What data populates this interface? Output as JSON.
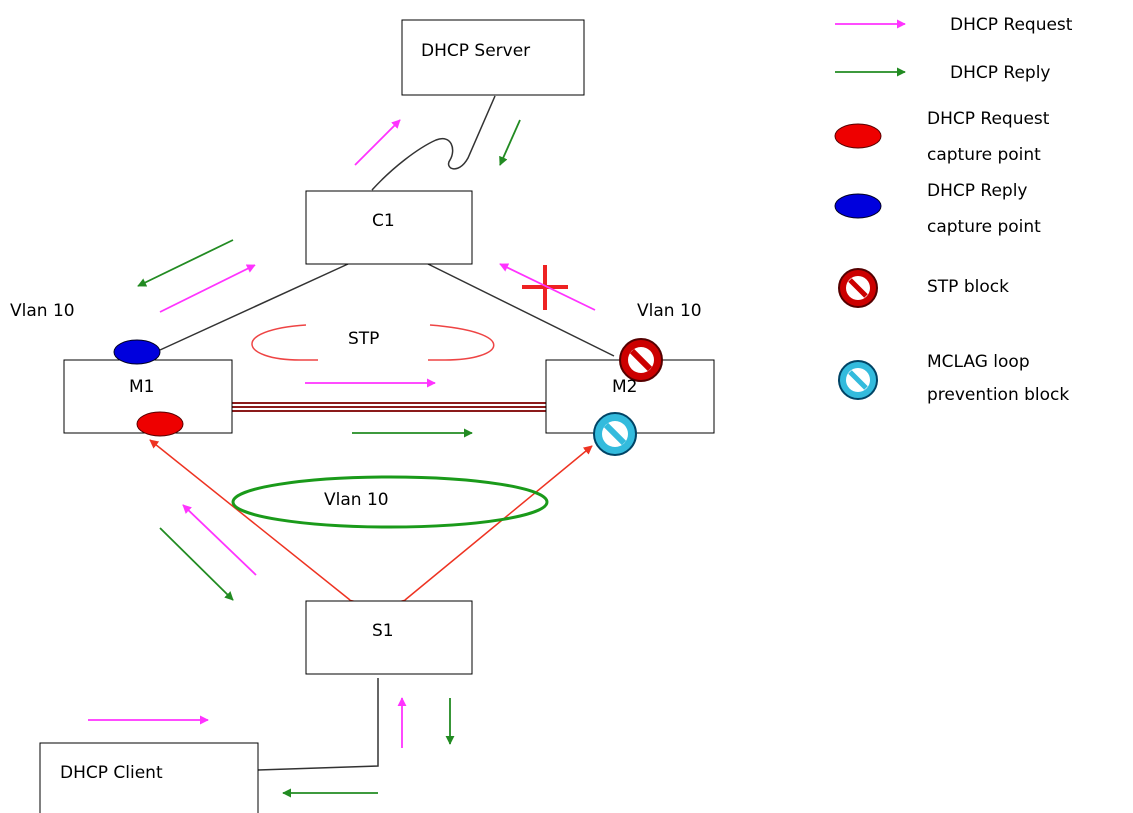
{
  "nodes": {
    "dhcp_server": "DHCP Server",
    "c1": "C1",
    "m1": "M1",
    "m2": "M2",
    "s1": "S1",
    "dhcp_client": "DHCP Client"
  },
  "labels": {
    "vlan_left": "Vlan 10",
    "vlan_right": "Vlan 10",
    "vlan_bottom": "Vlan 10",
    "stp": "STP"
  },
  "legend": {
    "request": "DHCP Request",
    "reply": "DHCP Reply",
    "request_capture_line1": "DHCP Request",
    "request_capture_line2": "capture point",
    "reply_capture_line1": "DHCP Reply",
    "reply_capture_line2": "capture point",
    "stp_block": "STP block",
    "mclag_line1": "MCLAG loop",
    "mclag_line2": "prevention block"
  },
  "colors": {
    "request": "#ff33ff",
    "reply": "#228b22",
    "request_capture": "#ee0000",
    "reply_capture": "#0000dd",
    "stp_block": "#cc0000",
    "mclag_block": "#33bbdd",
    "link_red": "#ee3322",
    "peer_link": "#8b1a1a",
    "vlan_ellipse": "#1a9a1a",
    "stp_arc": "#ee4444"
  }
}
